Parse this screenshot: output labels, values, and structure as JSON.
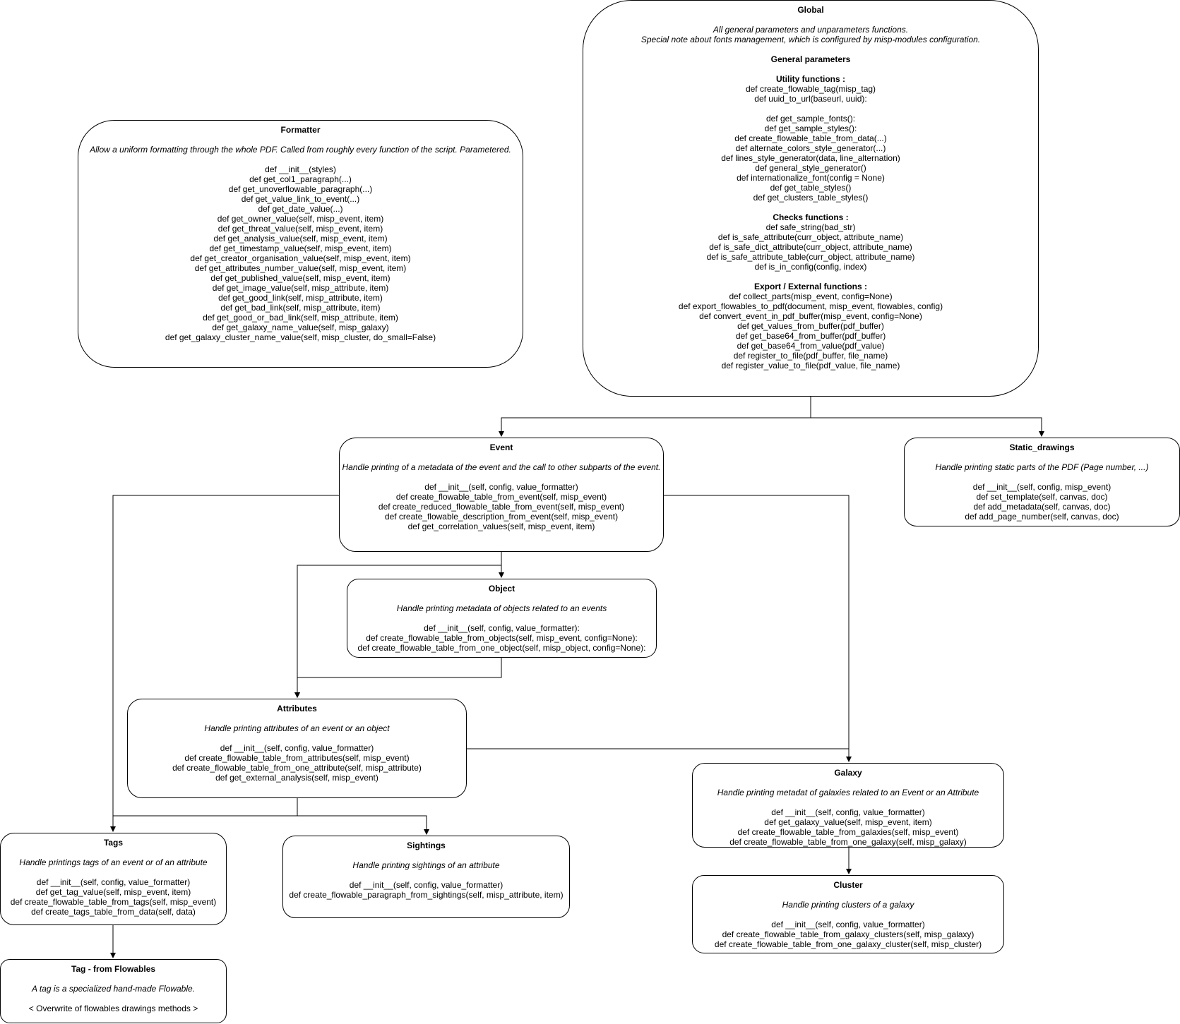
{
  "nodes": [
    {
      "id": "global",
      "title": "Global",
      "desc": [
        "All general parameters and unparameters functions.",
        "Special note about fonts management, which is configured by misp-modules configuration."
      ],
      "sections": [
        {
          "title": "General parameters",
          "lines": []
        },
        {
          "title": "Utility functions :",
          "lines": [
            "def create_flowable_tag(misp_tag)",
            "def uuid_to_url(baseurl, uuid):",
            "",
            "def get_sample_fonts():",
            "def get_sample_styles():",
            "def create_flowable_table_from_data(...)",
            "def alternate_colors_style_generator(...)",
            "def lines_style_generator(data, line_alternation)",
            "def general_style_generator()",
            "def internationalize_font(config = None)",
            "def get_table_styles()",
            "def get_clusters_table_styles()"
          ]
        },
        {
          "title": "Checks functions :",
          "lines": [
            "def safe_string(bad_str)",
            "def is_safe_attribute(curr_object, attribute_name)",
            "def is_safe_dict_attribute(curr_object, attribute_name)",
            "def is_safe_attribute_table(curr_object, attribute_name)",
            "def is_in_config(config, index)"
          ]
        },
        {
          "title": "Export / External functions :",
          "lines": [
            "def collect_parts(misp_event, config=None)",
            "def export_flowables_to_pdf(document, misp_event, flowables, config)",
            "def convert_event_in_pdf_buffer(misp_event, config=None)",
            "def get_values_from_buffer(pdf_buffer)",
            "def get_base64_from_buffer(pdf_buffer)",
            "def get_base64_from_value(pdf_value)",
            "def register_to_file(pdf_buffer, file_name)",
            "def register_value_to_file(pdf_value, file_name)"
          ]
        }
      ]
    },
    {
      "id": "formatter",
      "title": "Formatter",
      "desc": [
        "Allow a uniform formatting through the whole PDF. Called from roughly every function of the script. Parametered."
      ],
      "sections": [
        {
          "title": "",
          "lines": [
            "def __init__(styles)",
            "def get_col1_paragraph(...)",
            "def get_unoverflowable_paragraph(...)",
            "def get_value_link_to_event(...)",
            "def get_date_value(...)",
            "def get_owner_value(self, misp_event, item)",
            "def get_threat_value(self, misp_event, item)",
            "def get_analysis_value(self, misp_event, item)",
            "def get_timestamp_value(self, misp_event, item)",
            "def get_creator_organisation_value(self, misp_event, item)",
            "def get_attributes_number_value(self, misp_event, item)",
            "def get_published_value(self, misp_event, item)",
            "def get_image_value(self, misp_attribute, item)",
            "def get_good_link(self, misp_attribute, item)",
            "def get_bad_link(self, misp_attribute, item)",
            "def get_good_or_bad_link(self, misp_attribute, item)",
            "def get_galaxy_name_value(self, misp_galaxy)",
            "def get_galaxy_cluster_name_value(self, misp_cluster, do_small=False)"
          ]
        }
      ]
    },
    {
      "id": "event",
      "title": "Event",
      "desc": [
        "Handle printing of a metadata of the event and the call to other subparts of the event."
      ],
      "sections": [
        {
          "title": "",
          "lines": [
            "def __init__(self, config, value_formatter)",
            "def create_flowable_table_from_event(self, misp_event)",
            "def create_reduced_flowable_table_from_event(self, misp_event)",
            "def create_flowable_description_from_event(self, misp_event)",
            "def get_correlation_values(self, misp_event, item)"
          ]
        }
      ]
    },
    {
      "id": "static",
      "title": "Static_drawings",
      "desc": [
        "Handle printing static parts of the PDF (Page number, ...)"
      ],
      "sections": [
        {
          "title": "",
          "lines": [
            "def __init__(self, config, misp_event)",
            "def set_template(self, canvas, doc)",
            "def add_metadata(self, canvas, doc)",
            "def add_page_number(self, canvas, doc)"
          ]
        }
      ]
    },
    {
      "id": "object",
      "title": "Object",
      "desc": [
        "Handle printing metadata of objects related to an events"
      ],
      "sections": [
        {
          "title": "",
          "lines": [
            "def __init__(self, config, value_formatter):",
            "def create_flowable_table_from_objects(self, misp_event, config=None):",
            "def create_flowable_table_from_one_object(self, misp_object, config=None):"
          ]
        }
      ]
    },
    {
      "id": "attributes",
      "title": "Attributes",
      "desc": [
        "Handle printing attributes of an event or an object"
      ],
      "sections": [
        {
          "title": "",
          "lines": [
            "def __init__(self, config, value_formatter)",
            "def create_flowable_table_from_attributes(self, misp_event)",
            "def create_flowable_table_from_one_attribute(self, misp_attribute)",
            "def get_external_analysis(self, misp_event)"
          ]
        }
      ]
    },
    {
      "id": "galaxy",
      "title": "Galaxy",
      "desc": [
        "Handle printing metadat of galaxies related to an Event or an Attribute"
      ],
      "sections": [
        {
          "title": "",
          "lines": [
            "def __init__(self, config, value_formatter)",
            "def get_galaxy_value(self, misp_event, item)",
            "def create_flowable_table_from_galaxies(self, misp_event)",
            "def create_flowable_table_from_one_galaxy(self, misp_galaxy)"
          ]
        }
      ]
    },
    {
      "id": "tags",
      "title": "Tags",
      "desc": [
        "Handle printings tags of an event or of an attribute"
      ],
      "sections": [
        {
          "title": "",
          "lines": [
            "def __init__(self, config, value_formatter)",
            "def get_tag_value(self, misp_event, item)",
            "def create_flowable_table_from_tags(self, misp_event)",
            "def create_tags_table_from_data(self, data)"
          ]
        }
      ]
    },
    {
      "id": "sightings",
      "title": "Sightings",
      "desc": [
        "Handle printing sightings of an attribute"
      ],
      "sections": [
        {
          "title": "",
          "lines": [
            "def __init__(self, config, value_formatter)",
            "def create_flowable_paragraph_from_sightings(self, misp_attribute, item)"
          ]
        }
      ]
    },
    {
      "id": "cluster",
      "title": "Cluster",
      "desc": [
        "Handle printing clusters of a galaxy"
      ],
      "sections": [
        {
          "title": "",
          "lines": [
            "def __init__(self, config, value_formatter)",
            "def create_flowable_table_from_galaxy_clusters(self, misp_galaxy)",
            "def create_flowable_table_from_one_galaxy_cluster(self, misp_cluster)"
          ]
        }
      ]
    },
    {
      "id": "tagflow",
      "title": "Tag - from Flowables",
      "desc": [
        "A tag is a specialized  hand-made Flowable."
      ],
      "sections": [
        {
          "title": "",
          "lines": [
            "< Overwrite of flowables drawings methods >"
          ]
        }
      ]
    }
  ],
  "edges": [
    {
      "from": "global",
      "to": "event"
    },
    {
      "from": "global",
      "to": "static"
    },
    {
      "from": "event",
      "to": "object"
    },
    {
      "from": "event",
      "to": "attributes"
    },
    {
      "from": "object",
      "to": "attributes"
    },
    {
      "from": "event",
      "to": "tags"
    },
    {
      "from": "event",
      "to": "galaxy"
    },
    {
      "from": "attributes",
      "to": "galaxy"
    },
    {
      "from": "attributes",
      "to": "tags"
    },
    {
      "from": "attributes",
      "to": "sightings"
    },
    {
      "from": "galaxy",
      "to": "cluster"
    },
    {
      "from": "tags",
      "to": "tagflow"
    }
  ]
}
